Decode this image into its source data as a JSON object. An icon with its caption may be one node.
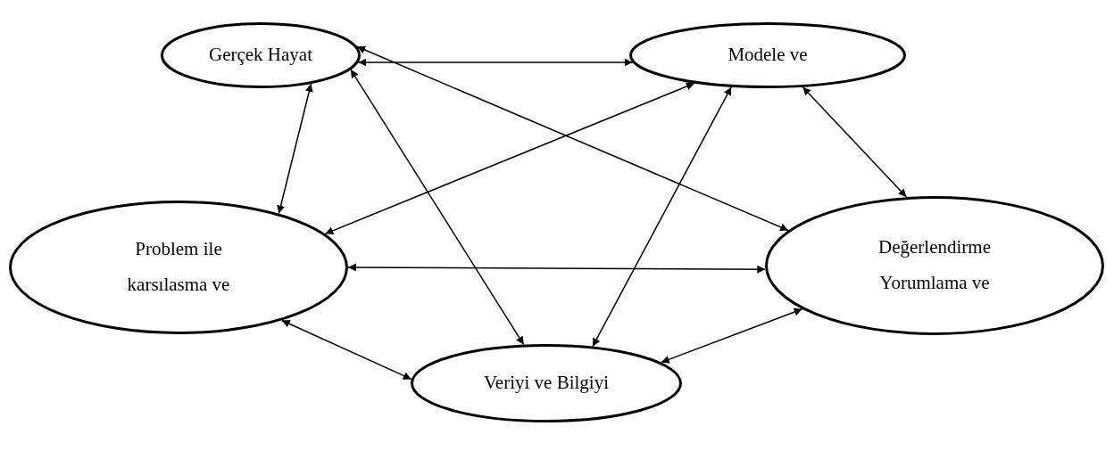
{
  "diagram": {
    "nodes": [
      {
        "text": [
          "Gerçek Hayat"
        ]
      },
      {
        "text": [
          "Modele ve"
        ]
      },
      {
        "text": [
          "Problem ile karsılasma ve"
        ]
      },
      {
        "text": [
          "Değerlendirme Yorumlama ve"
        ]
      },
      {
        "text": [
          "Veriyi ve Bilgiyi"
        ]
      }
    ],
    "edges": [
      {
        "from": 0,
        "to": 1,
        "arrow": "both"
      },
      {
        "from": 0,
        "to": 2,
        "arrow": "both"
      },
      {
        "from": 0,
        "to": 4,
        "arrow": "both"
      },
      {
        "from": 0,
        "to": 3,
        "arrow": "both"
      },
      {
        "from": 1,
        "to": 2,
        "arrow": "both"
      },
      {
        "from": 1,
        "to": 4,
        "arrow": "both"
      },
      {
        "from": 1,
        "to": 3,
        "arrow": "both"
      },
      {
        "from": 2,
        "to": 3,
        "arrow": "both"
      },
      {
        "from": 2,
        "to": 4,
        "arrow": "both"
      },
      {
        "from": 3,
        "to": 4,
        "arrow": "both"
      }
    ]
  }
}
